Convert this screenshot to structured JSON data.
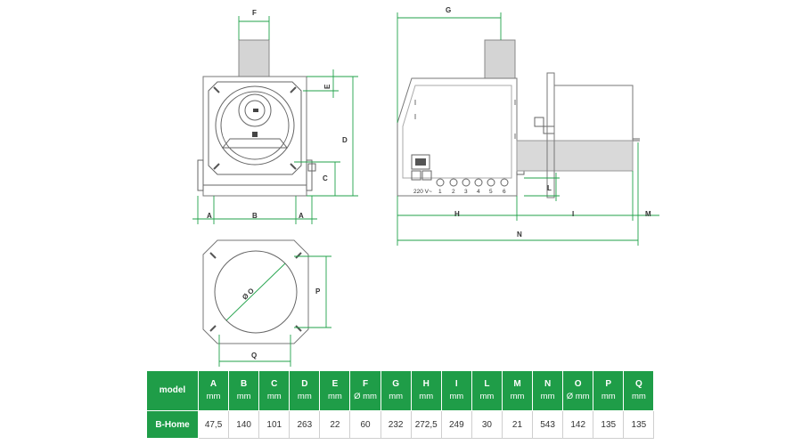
{
  "labels": {
    "A": "A",
    "B": "B",
    "C": "C",
    "D": "D",
    "E": "E",
    "F": "F",
    "G": "G",
    "H": "H",
    "I": "I",
    "L": "L",
    "M": "M",
    "N": "N",
    "O": "Ø O",
    "P": "P",
    "Q": "Q"
  },
  "panel": {
    "voltage": "220 V~",
    "ports": [
      "1",
      "2",
      "3",
      "4",
      "5",
      "6"
    ]
  },
  "table": {
    "header_label": "model",
    "columns": [
      {
        "key": "A",
        "unit": "mm"
      },
      {
        "key": "B",
        "unit": "mm"
      },
      {
        "key": "C",
        "unit": "mm"
      },
      {
        "key": "D",
        "unit": "mm"
      },
      {
        "key": "E",
        "unit": "mm"
      },
      {
        "key": "F",
        "unit": "Ø mm"
      },
      {
        "key": "G",
        "unit": "mm"
      },
      {
        "key": "H",
        "unit": "mm"
      },
      {
        "key": "I",
        "unit": "mm"
      },
      {
        "key": "L",
        "unit": "mm"
      },
      {
        "key": "M",
        "unit": "mm"
      },
      {
        "key": "N",
        "unit": "mm"
      },
      {
        "key": "O",
        "unit": "Ø mm"
      },
      {
        "key": "P",
        "unit": "mm"
      },
      {
        "key": "Q",
        "unit": "mm"
      }
    ],
    "rows": [
      {
        "model": "B-Home",
        "values": [
          "47,5",
          "140",
          "101",
          "263",
          "22",
          "60",
          "232",
          "272,5",
          "249",
          "30",
          "21",
          "543",
          "142",
          "135",
          "135"
        ]
      }
    ]
  },
  "colors": {
    "accent": "#1f9d48",
    "dimension": "#21a24a"
  }
}
